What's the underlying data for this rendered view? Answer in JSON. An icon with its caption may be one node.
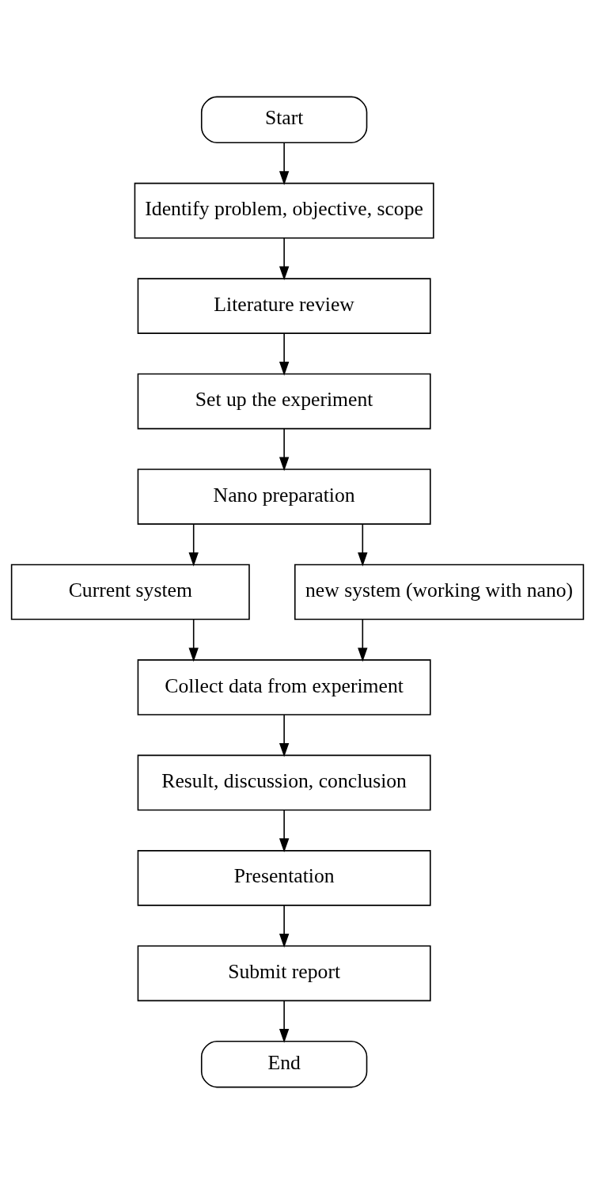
{
  "diagram": {
    "nodes": [
      {
        "text": [
          "Start"
        ]
      },
      {
        "text": [
          "Identify problem, objective, scope"
        ]
      },
      {
        "text": [
          "Literature review"
        ]
      },
      {
        "text": [
          "Set up the experiment"
        ]
      },
      {
        "text": [
          "Nano preparation"
        ]
      },
      {
        "text": [
          "Current system"
        ]
      },
      {
        "text": [
          "new system (working with nano)"
        ]
      },
      {
        "text": [
          "Collect data from experiment"
        ]
      },
      {
        "text": [
          "Result, discussion, conclusion"
        ]
      },
      {
        "text": [
          "Presentation"
        ]
      },
      {
        "text": [
          "Submit report"
        ]
      },
      {
        "text": [
          "End"
        ]
      }
    ],
    "edges": [
      {
        "from": 0,
        "to": 1,
        "arrow": "to"
      },
      {
        "from": 1,
        "to": 2,
        "arrow": "to"
      },
      {
        "from": 2,
        "to": 3,
        "arrow": "to"
      },
      {
        "from": 3,
        "to": 4,
        "arrow": "to"
      },
      {
        "from": 4,
        "to": 5,
        "arrow": "to"
      },
      {
        "from": 4,
        "to": 6,
        "arrow": "to"
      },
      {
        "from": 5,
        "to": 7,
        "arrow": "to"
      },
      {
        "from": 6,
        "to": 7,
        "arrow": "to"
      },
      {
        "from": 7,
        "to": 8,
        "arrow": "to"
      },
      {
        "from": 8,
        "to": 9,
        "arrow": "to"
      },
      {
        "from": 9,
        "to": 10,
        "arrow": "to"
      },
      {
        "from": 10,
        "to": 11,
        "arrow": "to"
      }
    ]
  }
}
